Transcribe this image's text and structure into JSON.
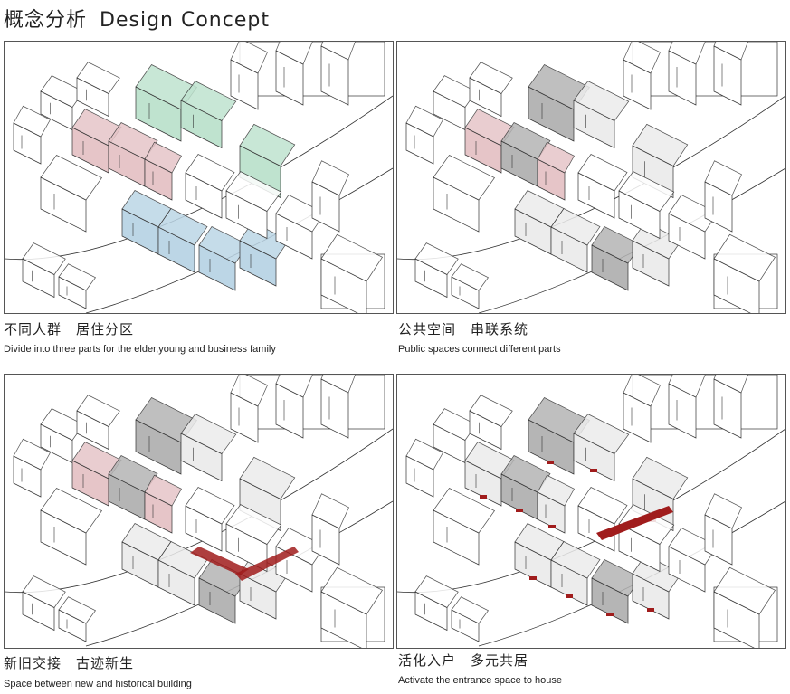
{
  "header": {
    "title_zh": "概念分析",
    "title_en": "Design Concept"
  },
  "colors": {
    "green": "#bfe3cf",
    "pink": "#e6c5c8",
    "blue": "#bcd6e6",
    "red": "#a01c1c",
    "grey": "#b5b5b5",
    "light": "#ececec",
    "line": "#333333"
  },
  "panels": [
    {
      "caption_zh": "不同人群　居住分区",
      "caption_en": "Divide into three parts for the elder,young and business family",
      "scheme": "zones"
    },
    {
      "caption_zh": "公共空间　串联系统",
      "caption_en": "Public spaces connect different parts",
      "scheme": "public"
    },
    {
      "caption_zh": "新旧交接　古迹新生",
      "caption_en": "Space between new and historical building",
      "scheme": "newold"
    },
    {
      "caption_zh": "活化入户　多元共居",
      "caption_en": "Activate the entrance space to house",
      "scheme": "entrance"
    }
  ]
}
